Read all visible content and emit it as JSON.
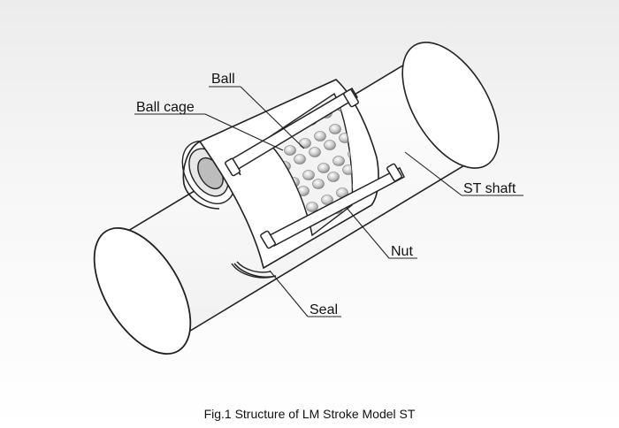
{
  "labels": {
    "ball": "Ball",
    "ball_cage": "Ball cage",
    "st_shaft": "ST shaft",
    "nut": "Nut",
    "seal": "Seal"
  },
  "caption": "Fig.1 Structure of LM Stroke Model ST",
  "colors": {
    "stroke": "#222222",
    "body": "#ffffff",
    "ball": "#c8c8c8",
    "background_top": "#ececec"
  }
}
